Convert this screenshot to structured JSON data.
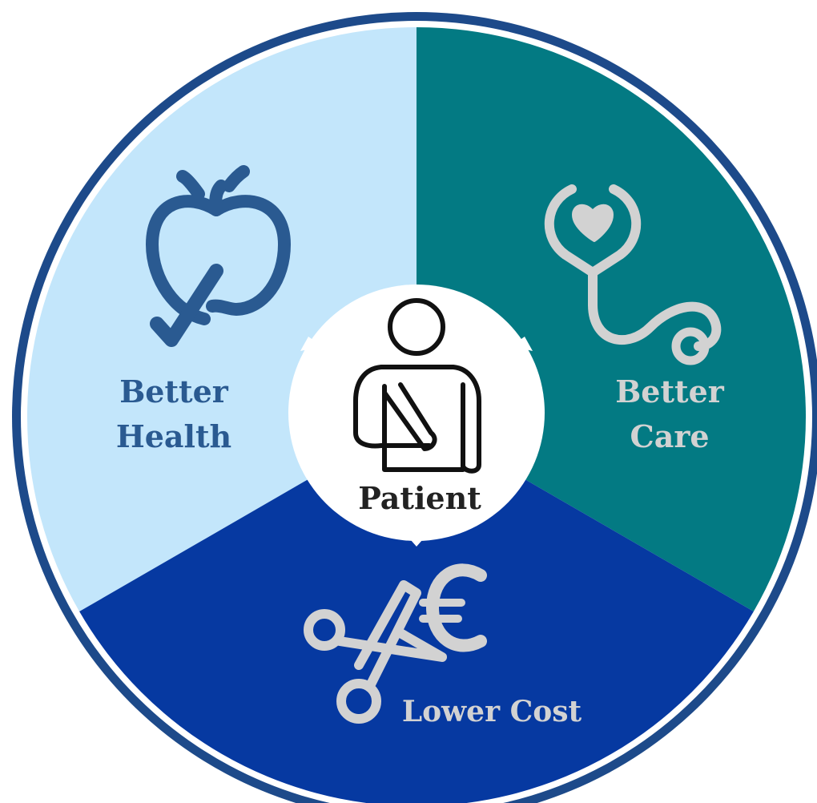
{
  "segments": {
    "health": {
      "line1": "Better",
      "line2": "Health",
      "icon": "apple-check-icon",
      "fill": "#c3e6fb",
      "text_color": "#2a5a91"
    },
    "care": {
      "line1": "Better",
      "line2": "Care",
      "icon": "stethoscope-heart-icon",
      "fill": "#037a83",
      "text_color": "#d2d2d2"
    },
    "cost": {
      "label": "Lower Cost",
      "icon": "scissors-euro-icon",
      "fill": "#0639a1",
      "text_color": "#d2d2d2"
    }
  },
  "center": {
    "label": "Patient",
    "icon": "patient-arm-sling-icon",
    "fill": "#ffffff",
    "text_color": "#222222"
  },
  "colors": {
    "outer_ring": "#1d4a8a",
    "inner_ring": "#ffffff"
  }
}
